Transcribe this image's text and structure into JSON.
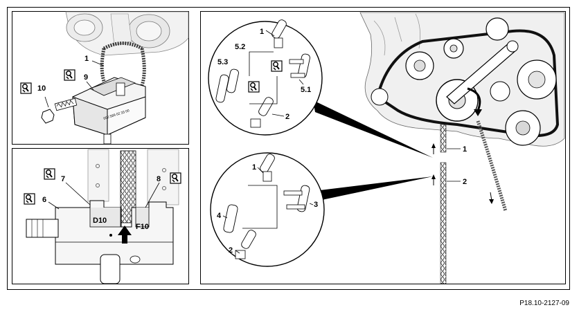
{
  "figure_ref": "P18.10-2127-09",
  "panel_top_left": {
    "labels": {
      "chain": "1",
      "tool": "9",
      "spindle": "10"
    },
    "tool_marking": "000 589 02 33 00"
  },
  "panel_bottom_left": {
    "labels": {
      "tool_body": "6",
      "jaw_left": "7",
      "jaw_right": "8",
      "die_d": "D10",
      "die_f": "F10"
    }
  },
  "panel_right": {
    "labels": {
      "chain_end_upper": "1",
      "chain_end_lower": "2"
    },
    "callout_upper": {
      "link_top": "1",
      "link_bottom": "2",
      "plate_a": "5.1",
      "plate_b": "5.2",
      "plate_c": "5.3"
    },
    "callout_lower": {
      "link_top": "1",
      "link_bottom": "2",
      "pins": "3",
      "plate": "4"
    }
  },
  "icon": "special-tool-wrench-icon"
}
